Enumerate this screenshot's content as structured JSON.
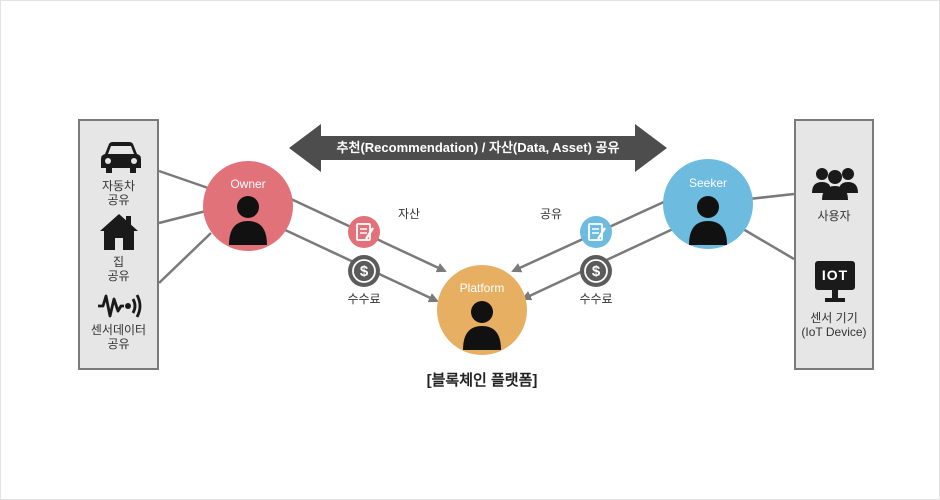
{
  "banner": {
    "label": "추천(Recommendation) / 자산(Data, Asset) 공유"
  },
  "owner": {
    "label": "Owner",
    "items": [
      {
        "label_line1": "자동차",
        "label_line2": "공유",
        "icon": "car-icon"
      },
      {
        "label_line1": "집",
        "label_line2": "공유",
        "icon": "house-icon"
      },
      {
        "label_line1": "센서데이터",
        "label_line2": "공유",
        "icon": "sensor-wave-icon"
      }
    ]
  },
  "seeker": {
    "label": "Seeker",
    "items": [
      {
        "label_line1": "사용자",
        "label_line2": "",
        "icon": "user-group-icon"
      },
      {
        "label_line1": "센서 기기",
        "label_line2": "(IoT Device)",
        "icon": "iot-monitor-icon",
        "icon_text": "IOT"
      }
    ]
  },
  "platform": {
    "label": "Platform",
    "caption": "[블록체인 플랫폼]"
  },
  "flows": {
    "asset_label": "자산",
    "share_label": "공유",
    "fee_label_left": "수수료",
    "fee_label_right": "수수료"
  },
  "colors": {
    "owner": "#e27279",
    "seeker": "#6dbbdf",
    "platform": "#e6af62",
    "banner": "#4d4d4d",
    "connector": "#7a7a7a",
    "fee_badge": "#5b5b5b"
  }
}
